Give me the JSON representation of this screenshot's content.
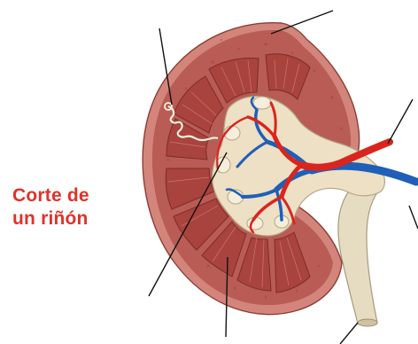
{
  "title": {
    "line1": "Corte de",
    "line2": "un riñón"
  },
  "colors": {
    "title": "#e0322b",
    "cortex": "#b85c55",
    "capsule": "#d3857c",
    "pyramid": "#a9433d",
    "pelvis": "#ede0c4",
    "ureter": "#e6dcc2",
    "artery": "#d9251d",
    "vein": "#1f5fb8",
    "leader_line": "#111111"
  },
  "icons": {
    "kidney": "kidney-cross-section-illustration"
  }
}
